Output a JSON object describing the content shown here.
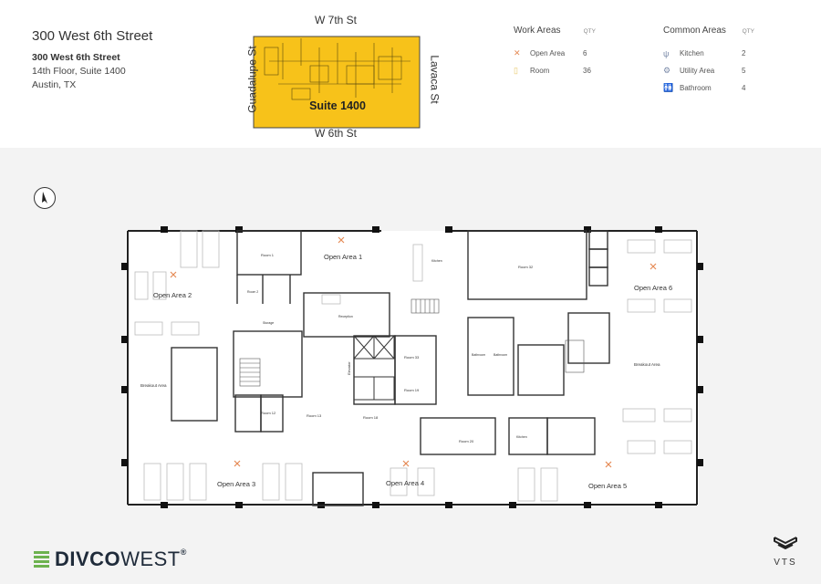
{
  "header": {
    "title": "300 West 6th Street",
    "address_bold": "300 West 6th Street",
    "address_line1": "14th Floor, Suite 1400",
    "address_line2": "Austin, TX"
  },
  "minimap": {
    "suite_label": "Suite 1400",
    "highlight_color": "#f7c21a",
    "streets": {
      "north": "W 7th St",
      "south": "W 6th St",
      "west": "Guadalupe St",
      "east": "Lavaca St"
    }
  },
  "legend": {
    "qty_label": "QTY",
    "work_areas": {
      "title": "Work Areas",
      "items": [
        {
          "icon": "open-area-icon",
          "label": "Open Area",
          "qty": "6"
        },
        {
          "icon": "room-icon",
          "label": "Room",
          "qty": "36"
        }
      ]
    },
    "common_areas": {
      "title": "Common Areas",
      "items": [
        {
          "icon": "kitchen-icon",
          "label": "Kitchen",
          "qty": "2"
        },
        {
          "icon": "utility-icon",
          "label": "Utility Area",
          "qty": "5"
        },
        {
          "icon": "bathroom-icon",
          "label": "Bathroom",
          "qty": "4"
        }
      ]
    }
  },
  "plan": {
    "labels": {
      "open_area_1": "Open Area 1",
      "open_area_2": "Open Area 2",
      "open_area_3": "Open Area 3",
      "open_area_4": "Open Area 4",
      "open_area_5": "Open Area 5",
      "open_area_6": "Open Area 6",
      "room_1": "Room 1",
      "room_2": "Room 2",
      "room_12": "Room 12",
      "room_13": "Room 13",
      "room_18": "Room 18",
      "room_19": "Room 19",
      "room_20": "Room 20",
      "room_32": "Room 32",
      "room_33": "Room 33",
      "breakout_left": "Breakout Area",
      "breakout_right": "Breakout Area",
      "reception": "Reception",
      "elevator": "Elevator",
      "kitchen_top": "Kitchen",
      "kitchen_bottom": "Kitchen",
      "bathroom_a": "Bathroom",
      "bathroom_b": "Bathroom",
      "storage": "Storage"
    }
  },
  "brand": {
    "name_bold": "DIVCO",
    "name_light": "WEST",
    "registered": "®",
    "vts": "VTS"
  },
  "colors": {
    "accent": "#f7c21a",
    "open_area_icon": "#e58a55",
    "brand_green": "#6db24f",
    "brand_navy": "#1f2b3a"
  }
}
